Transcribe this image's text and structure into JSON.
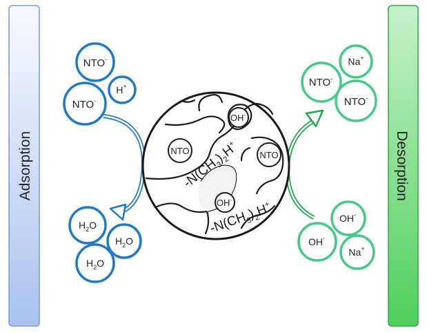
{
  "colors": {
    "adsorption_ring": "#1f78c8",
    "desorption_ring": "#45c985",
    "desorption_arrow": "#1aa84a",
    "bead_outline": "#1a1a1a"
  },
  "left_bar": {
    "label": "Adsorption"
  },
  "right_bar": {
    "label": "Desorption"
  },
  "adsorption": {
    "in_ions": [
      {
        "base": "NTO",
        "sup": "-",
        "sub": ""
      },
      {
        "base": "H",
        "sup": "+",
        "sub": ""
      },
      {
        "base": "NTO",
        "sup": "-",
        "sub": ""
      }
    ],
    "out_ions": [
      {
        "base": "H",
        "sub": "2",
        "tail": "O"
      },
      {
        "base": "H",
        "sub": "2",
        "tail": "O"
      },
      {
        "base": "H",
        "sub": "2",
        "tail": "O"
      }
    ]
  },
  "desorption": {
    "out_ions": [
      {
        "base": "Na",
        "sup": "+"
      },
      {
        "base": "NTO",
        "sup": "-"
      },
      {
        "base": "NTO",
        "sup": "-"
      }
    ],
    "in_ions": [
      {
        "base": "OH",
        "sup": "-"
      },
      {
        "base": "OH",
        "sup": "-"
      },
      {
        "base": "Na",
        "sup": "+"
      }
    ]
  },
  "resin": {
    "pore_labels": [
      {
        "base": "OH",
        "sup": "-"
      },
      {
        "base": "NTO",
        "sup": ""
      },
      {
        "base": "NTO",
        "sup": ""
      },
      {
        "base": "OH",
        "sup": "-"
      }
    ],
    "group_upper": {
      "pre": "-N(CH",
      "sub": "3",
      "mid": ")",
      "sub2": "2",
      "h": "H",
      "sup": "+"
    },
    "group_lower": {
      "pre": "-N(CH",
      "sub": "3",
      "mid": ")",
      "sub2": "2",
      "h": "H",
      "sup": "+"
    }
  }
}
